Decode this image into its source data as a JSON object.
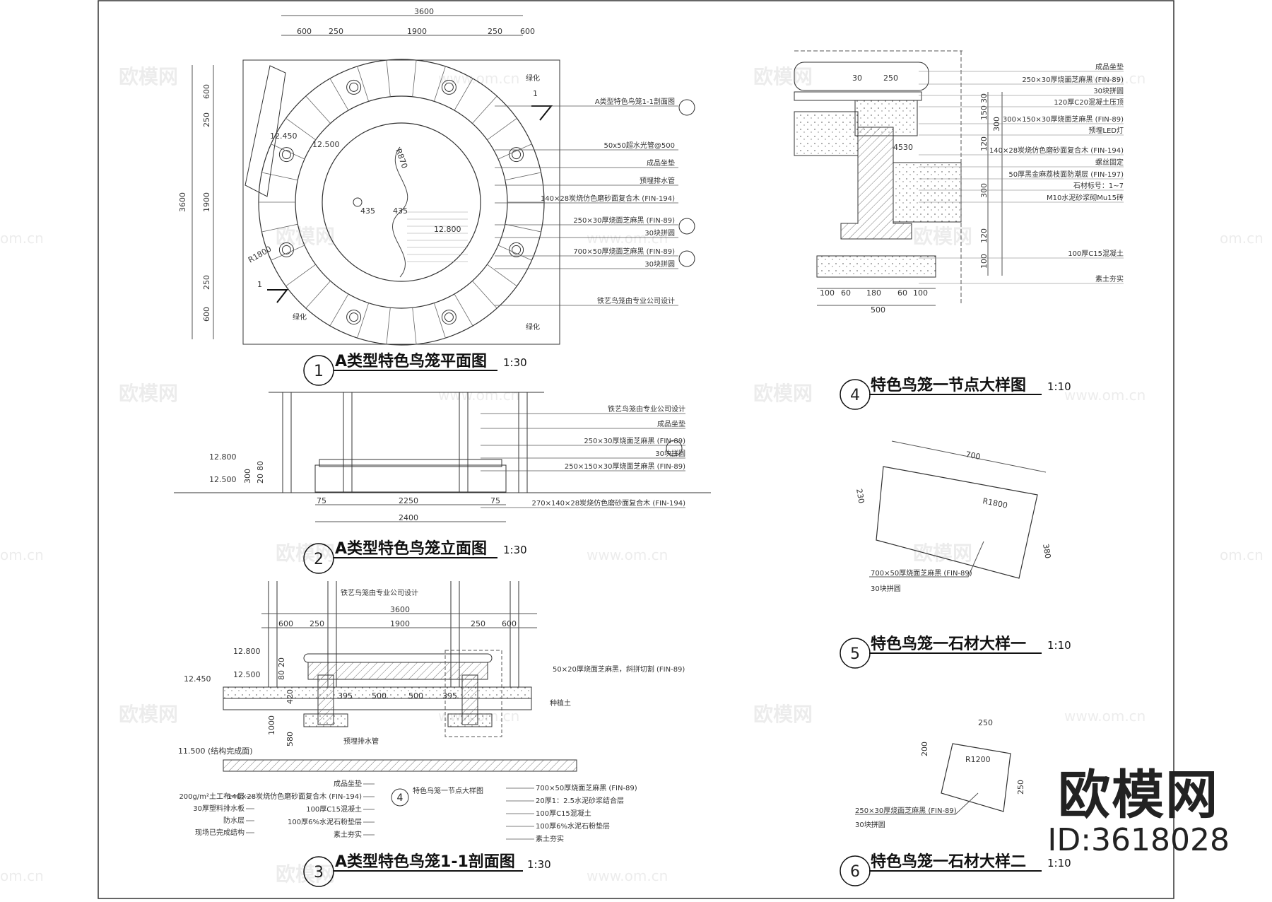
{
  "drawings": {
    "plan": {
      "number": "1",
      "title": "A类型特色鸟笼平面图",
      "scale": "1:30"
    },
    "elevation": {
      "number": "2",
      "title": "A类型特色鸟笼立面图",
      "scale": "1:30"
    },
    "section": {
      "number": "3",
      "title": "A类型特色鸟笼1-1剖面图",
      "scale": "1:30"
    },
    "node": {
      "number": "4",
      "title": "特色鸟笼一节点大样图",
      "scale": "1:10"
    },
    "stone1": {
      "number": "5",
      "title": "特色鸟笼一石材大样一",
      "scale": "1:10"
    },
    "stone2": {
      "number": "6",
      "title": "特色鸟笼一石材大样二",
      "scale": "1:10"
    }
  },
  "plan_dims": {
    "top_total": "3600",
    "top_parts": [
      "600",
      "250",
      "1900",
      "250",
      "600"
    ],
    "left_total": "3600",
    "left_parts": [
      "600",
      "250",
      "1900",
      "250",
      "600"
    ],
    "levels": [
      "12.450",
      "12.500",
      "12.800"
    ],
    "radius": "R1800",
    "r870": "R870",
    "d435a": "435",
    "d435b": "435",
    "green1": "绿化",
    "green2": "绿化",
    "green3": "绿化",
    "section_mark": "1"
  },
  "plan_notes": [
    "A类型特色鸟笼1-1剖面图",
    "50x50超水光管@500",
    "成品坐垫",
    "预埋排水管",
    "140×28炭烧仿色磨砂面复合木 (FIN-194)",
    "250×30厚烧面芝麻黑 (FIN-89)",
    "30块拼圆",
    "700×50厚烧面芝麻黑 (FIN-89)",
    "30块拼圆",
    "铁艺鸟笼由专业公司设计"
  ],
  "elev": {
    "levels": [
      "12.800",
      "12.500"
    ],
    "dims_h": [
      "300",
      "20",
      "80"
    ],
    "dims_b": [
      "75",
      "2250",
      "75",
      "2400"
    ],
    "notes": [
      "铁艺鸟笼由专业公司设计",
      "成品坐垫",
      "250×30厚烧面芝麻黑 (FIN-89)",
      "30块拼圆",
      "250×150×30厚烧面芝麻黑 (FIN-89)",
      "270×140×28炭烧仿色磨砂面复合木 (FIN-194)"
    ]
  },
  "sect": {
    "top_total": "3600",
    "top_parts": [
      "600",
      "250",
      "1900",
      "250",
      "600"
    ],
    "levels": [
      "12.800",
      "12.500",
      "12.450",
      "11.500 (结构完成面)"
    ],
    "dims_v": [
      "20",
      "80",
      "420",
      "1000",
      "580"
    ],
    "dims_b": [
      "395",
      "500",
      "500",
      "395"
    ],
    "notes_r": [
      "50×20厚烧面芝麻黑，斜拼切割 (FIN-89)",
      "种植土"
    ],
    "notes_top": "铁艺鸟笼由专业公司设计",
    "drain": "预埋排水管",
    "notes_left": [
      "200g/m²土工布一层",
      "30厚塑料排水板",
      "防水层",
      "现场已完成结构"
    ],
    "notes_mid": [
      "成品坐垫",
      "140×28炭烧仿色磨砂面复合木 (FIN-194)",
      "100厚C15混凝土",
      "100厚6%水泥石粉垫层",
      "素土夯实"
    ],
    "node_ref": "特色鸟笼一节点大样图",
    "notes_right": [
      "700×50厚烧面芝麻黑 (FIN-89)",
      "20厚1：2.5水泥砂浆结合层",
      "100厚C15混凝土",
      "100厚6%水泥石粉垫层",
      "素土夯实"
    ]
  },
  "node": {
    "top_dims": [
      "30",
      "250"
    ],
    "right_dims": [
      "30",
      "150",
      "300",
      "120",
      "300",
      "120",
      "100"
    ],
    "small": "30",
    "d4530": "4530",
    "bottom_dims": [
      "100",
      "60",
      "180",
      "60",
      "100",
      "500"
    ],
    "notes": [
      "成品坐垫",
      "250×30厚烧面芝麻黑 (FIN-89)",
      "30块拼圆",
      "120厚C20混凝土压顶",
      "300×150×30厚烧面芝麻黑 (FIN-89)",
      "预埋LED灯",
      "140×28炭烧仿色磨砂面复合木 (FIN-194)",
      "螺丝固定",
      "50厚黑金麻荔枝面防潮层 (FIN-197)",
      "石材标号：1~7",
      "M10水泥砂浆砌Mu15砖",
      "100厚C15混凝土",
      "素土夯实"
    ]
  },
  "stone1": {
    "w": "700",
    "h": "230",
    "r": "R1800",
    "h2": "380",
    "note1": "700×50厚烧面芝麻黑 (FIN-89)",
    "note2": "30块拼圆"
  },
  "stone2": {
    "w": "250",
    "h": "200",
    "r": "R1200",
    "h2": "250",
    "note1": "250×30厚烧面芝麻黑 (FIN-89)",
    "note2": "30块拼圆"
  },
  "watermarks": {
    "cn": "欧模网",
    "url": "www.om.cn",
    "frag": "om.cn"
  },
  "brand": {
    "logo": "欧模网",
    "id": "ID:3618028"
  }
}
